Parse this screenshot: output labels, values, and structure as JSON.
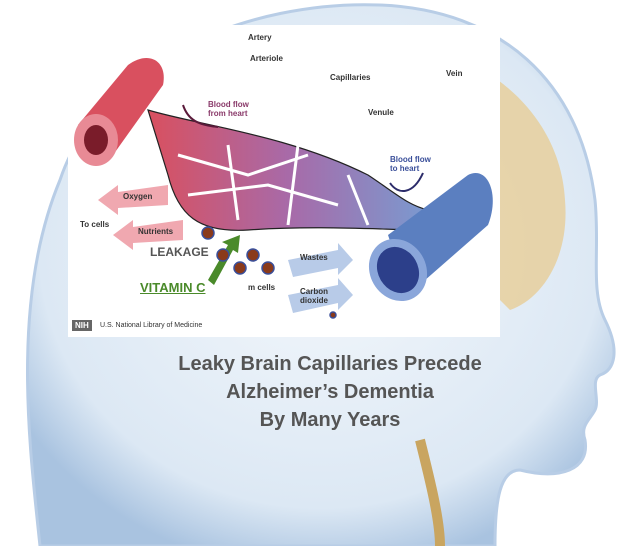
{
  "diagram": {
    "labels": {
      "artery": "Artery",
      "arteriole": "Arteriole",
      "capillaries": "Capillaries",
      "vein": "Vein",
      "venule": "Venule",
      "blood_flow_from": "Blood flow from heart",
      "blood_flow_to": "Blood flow to heart",
      "oxygen": "Oxygen",
      "nutrients": "Nutrients",
      "to_cells": "To cells",
      "wastes": "Wastes",
      "carbon_dioxide": "Carbon dioxide",
      "from_cells": "m cells",
      "leakage": "LEAKAGE",
      "vitamin_c": "VITAMIN C"
    },
    "credit": {
      "badge": "NIH",
      "text": "U.S. National Library of Medicine"
    }
  },
  "title": {
    "line1": "Leaky Brain Capillaries Precede",
    "line2": "Alzheimer’s Dementia",
    "line3": "By Many Years"
  },
  "colors": {
    "artery": "#d9505f",
    "vein": "#5b7fc0",
    "vitamin": "#4a8a2a",
    "title": "#555555"
  }
}
